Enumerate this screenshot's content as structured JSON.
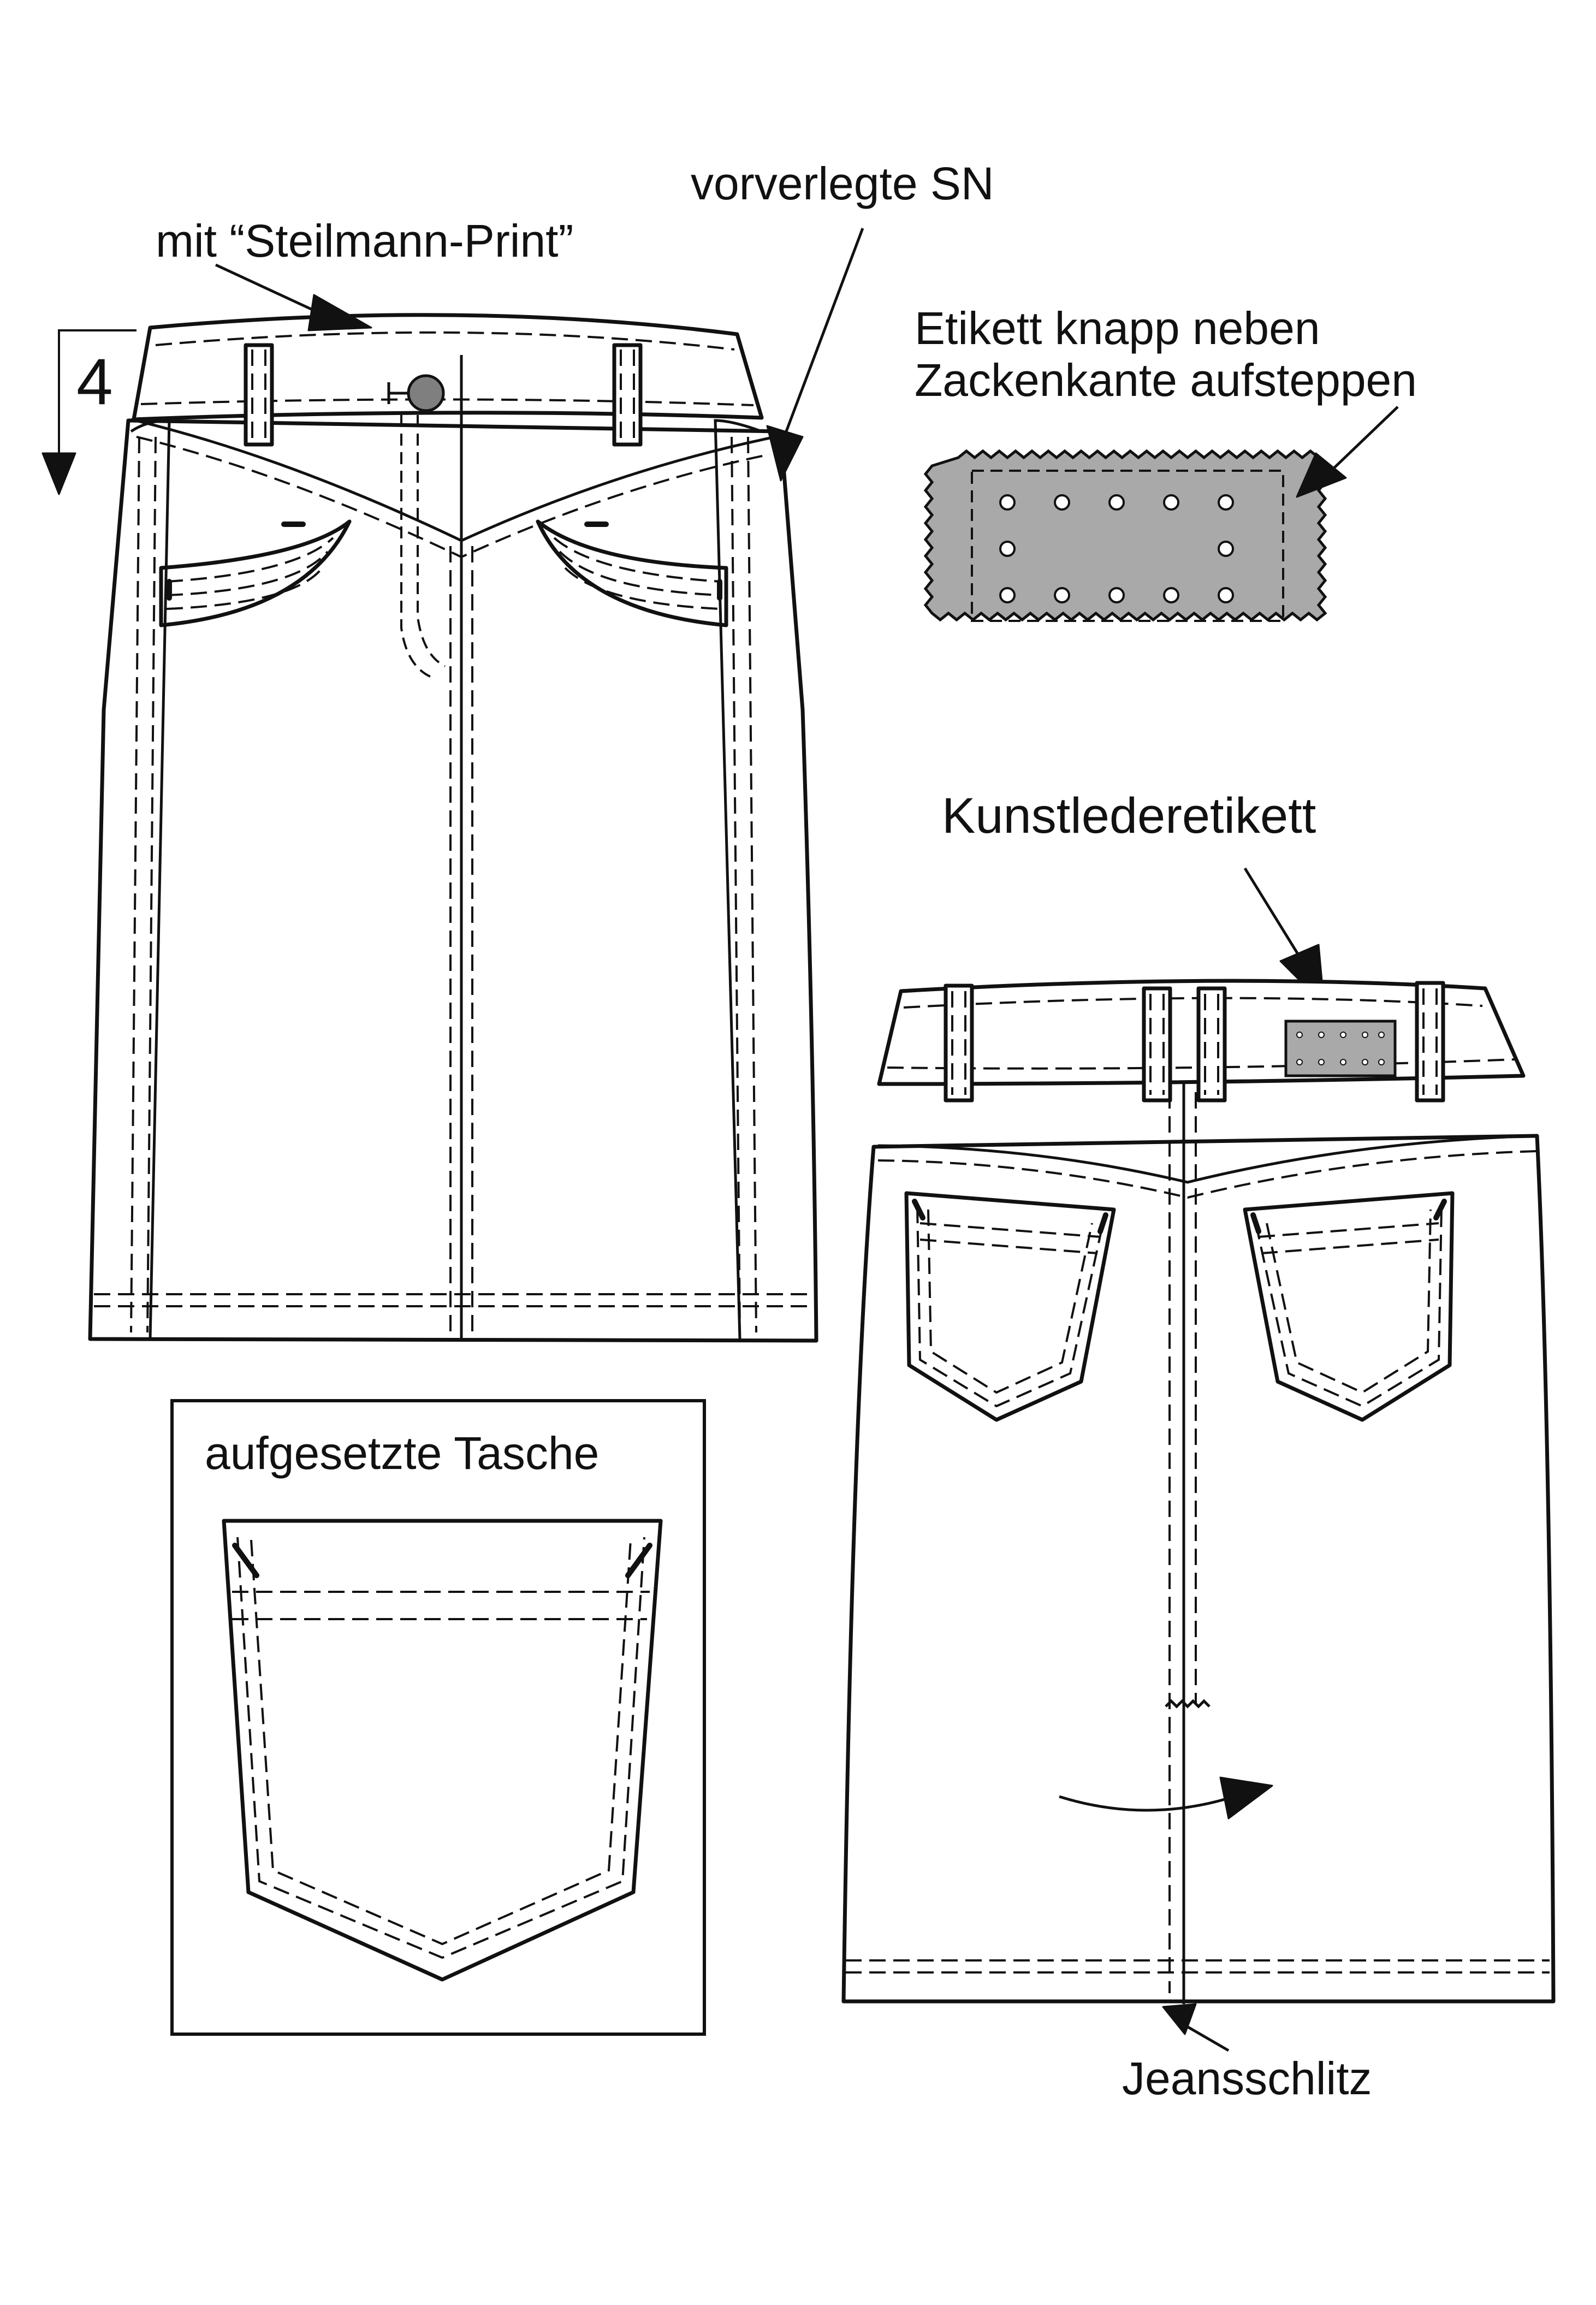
{
  "annotations": {
    "print_note": "mit “Steilmann-Print”",
    "side_seam_note": "vorverlegte SN",
    "label_note_line1": "Etikett knapp neben",
    "label_note_line2": "Zackenkante aufsteppen",
    "leather_label": "Kunstlederetikett",
    "patch_pocket": "aufgesetzte Tasche",
    "fly": "Jeansschlitz",
    "waistband_width": "4"
  },
  "colors": {
    "line": "#111111",
    "label_fill": "#a9a9a9",
    "button_fill": "#7f7f7f",
    "background": "#ffffff"
  },
  "icons": {
    "front_button": "button-icon",
    "label_rivets": "rivet-icon"
  }
}
